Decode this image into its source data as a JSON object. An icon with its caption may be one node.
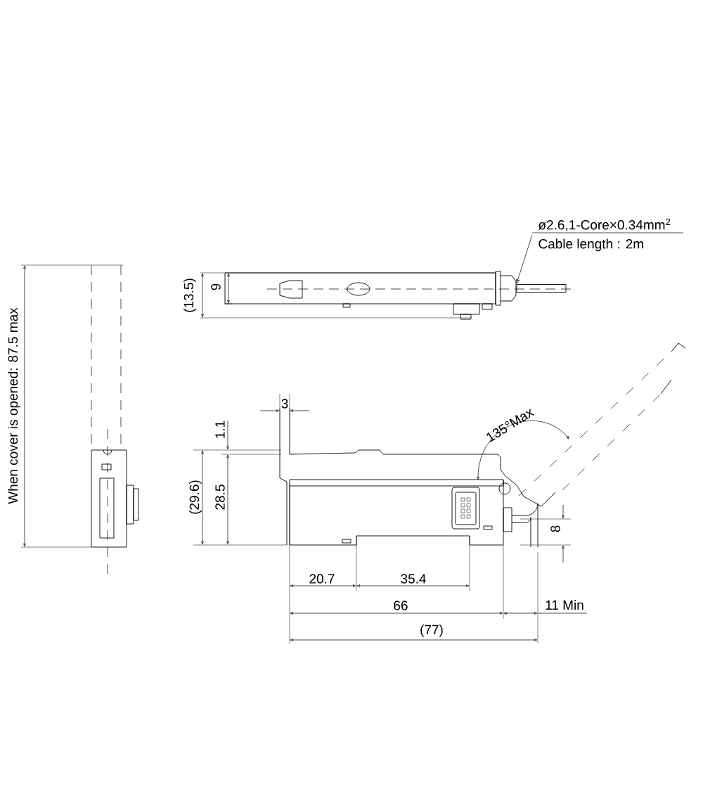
{
  "diagram": {
    "nodes": [
      {
        "text": [
          "ø2.6,1-Core×0.34mm$^{2}$",
          "Cable length : 2m"
        ]
      },
      {
        "text": [],
        "shape": "bar"
      }
    ],
    "edges": [
      {
        "from": 0,
        "to": 1,
        "arrow": "to"
      }
    ],
    "labels": [
      "(13.5)",
      "9",
      "3",
      "1.1",
      "(29.6)",
      "28.5",
      "135°Max",
      "8",
      "20.7",
      "35.4",
      "66",
      "11 Min",
      "(77)",
      "When cover is opened: 87.5 max"
    ]
  }
}
